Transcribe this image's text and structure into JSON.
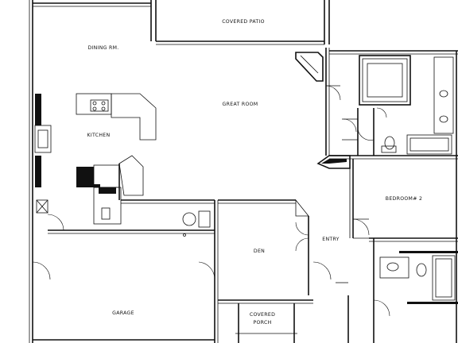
{
  "plan": {
    "rooms": [
      {
        "key": "covered_patio",
        "label": "COVERED PATIO"
      },
      {
        "key": "dining",
        "label": "DINING RM."
      },
      {
        "key": "great_room",
        "label": "GREAT ROOM"
      },
      {
        "key": "kitchen",
        "label": "KITCHEN"
      },
      {
        "key": "bedroom2",
        "label": "BEDROOM# 2"
      },
      {
        "key": "den",
        "label": "DEN"
      },
      {
        "key": "entry",
        "label": "ENTRY"
      },
      {
        "key": "garage",
        "label": "GARAGE"
      },
      {
        "key": "covered_porch_line1",
        "label": "COVERED"
      },
      {
        "key": "covered_porch_line2",
        "label": "PORCH"
      }
    ]
  }
}
